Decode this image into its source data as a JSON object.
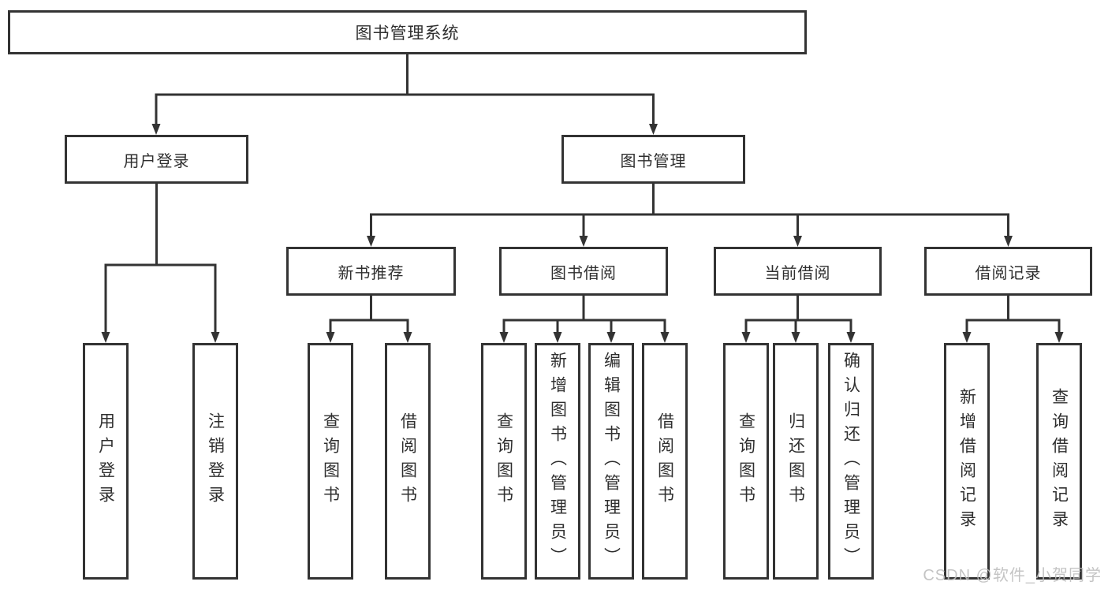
{
  "root": {
    "label": "图书管理系统"
  },
  "branches": [
    {
      "label": "用户登录",
      "leaves": [
        {
          "label": "用户登录"
        },
        {
          "label": "注销登录"
        }
      ]
    },
    {
      "label": "图书管理",
      "groups": [
        {
          "label": "新书推荐",
          "leaves": [
            {
              "label": "查询图书"
            },
            {
              "label": "借阅图书"
            }
          ]
        },
        {
          "label": "图书借阅",
          "leaves": [
            {
              "label": "查询图书"
            },
            {
              "label": "新增图书（管理员）"
            },
            {
              "label": "编辑图书（管理员）"
            },
            {
              "label": "借阅图书"
            }
          ]
        },
        {
          "label": "当前借阅",
          "leaves": [
            {
              "label": "查询图书"
            },
            {
              "label": "归还图书"
            },
            {
              "label": "确认归还（管理员）"
            }
          ]
        },
        {
          "label": "借阅记录",
          "leaves": [
            {
              "label": "新增借阅记录"
            },
            {
              "label": "查询借阅记录"
            }
          ]
        }
      ]
    }
  ],
  "watermark": {
    "text": "CSDN @软件_小贺同学",
    "color": "#bdbdbd"
  },
  "colors": {
    "line": "#333333",
    "box_border": "#333333",
    "box_fill": "#ffffff",
    "text": "#2f2f2f",
    "background": "#ffffff"
  }
}
